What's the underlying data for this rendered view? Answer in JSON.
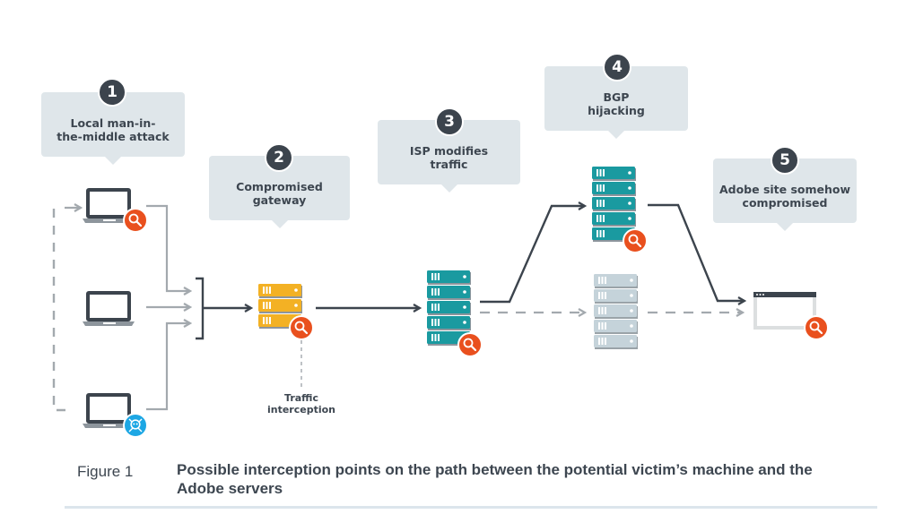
{
  "steps": [
    {
      "number": "1",
      "lines": [
        "Local man-in-",
        "the-middle attack"
      ]
    },
    {
      "number": "2",
      "lines": [
        "Compromised",
        "gateway"
      ]
    },
    {
      "number": "3",
      "lines": [
        "ISP modifies",
        "traffic"
      ]
    },
    {
      "number": "4",
      "lines": [
        "BGP",
        "hijacking"
      ]
    },
    {
      "number": "5",
      "lines": [
        "Adobe site somehow",
        "compromised"
      ]
    }
  ],
  "annotation": {
    "lines": [
      "Traffic",
      "interception"
    ]
  },
  "nodes": {
    "laptops": [
      {
        "name": "laptop-attacked",
        "badge": "magnifier-icon"
      },
      {
        "name": "laptop-victim",
        "badge": null
      },
      {
        "name": "laptop-malicious",
        "badge": "skull-icon"
      }
    ],
    "gateway": {
      "name": "gateway-server",
      "badge": "magnifier-icon"
    },
    "isp": {
      "name": "isp-server",
      "badge": "magnifier-icon"
    },
    "bgp_rogue": {
      "name": "bgp-rogue-server",
      "badge": "magnifier-icon"
    },
    "legit": {
      "name": "legitimate-server",
      "badge": null
    },
    "site": {
      "name": "adobe-site-window",
      "badge": "magnifier-icon"
    }
  },
  "colors": {
    "callout_bg": "#dfe6ea",
    "dark": "#3c444d",
    "gray_line": "#a3a9ae",
    "teal": "#1a9aa0",
    "gold": "#f3b124",
    "light_server": "#c5d3da",
    "alert_red": "#e9501e",
    "malware_blue": "#1da7e4"
  },
  "caption": {
    "label": "Figure 1",
    "text": "Possible interception points on the path between the potential victim’s machine and the Adobe servers"
  }
}
